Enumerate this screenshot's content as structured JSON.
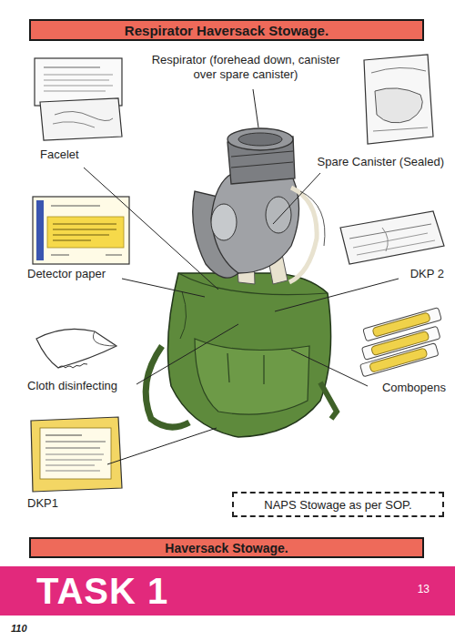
{
  "diagram": {
    "nodes": [
      {
        "text": [
          "Respirator Haversack Stowage."
        ]
      },
      {
        "text": [
          "NAPS Stowage as per SOP."
        ]
      },
      {
        "text": [
          "Haversack Stowage."
        ]
      },
      {
        "text": [
          "TASK 1",
          "13"
        ]
      }
    ],
    "labels": [
      "Respirator (forehead down, canister over spare canister)",
      "Facelet",
      "Spare Canister (Sealed)",
      "Detector paper",
      "DKP 2",
      "Cloth disinfecting",
      "Combopens",
      "DKP1",
      "110"
    ]
  }
}
